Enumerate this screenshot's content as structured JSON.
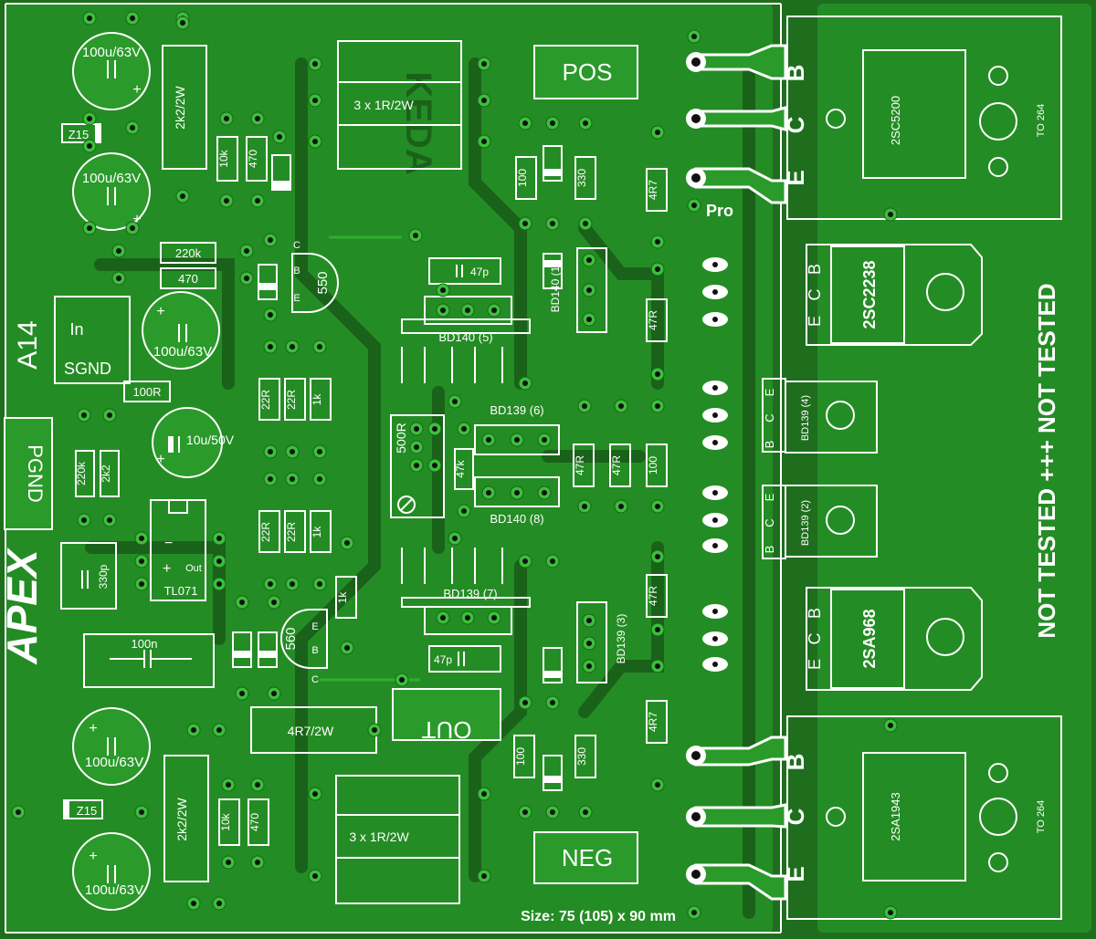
{
  "board": {
    "name": "A14",
    "brand": "APEX",
    "watermark": "KEDA",
    "size_note": "Size: 75 (105) x 90 mm",
    "test_note": "NOT TESTED +++ NOT TESTED",
    "pro_label": "Pro",
    "pos_label": "POS",
    "neg_label": "NEG",
    "out_label": "OUT",
    "pgnd_label": "PGND",
    "in_label": "In",
    "sgnd_label": "SGND"
  },
  "components": {
    "cap_100u_63v": "100u/63V",
    "zener": "Z15",
    "r_2k2_2w": "2k2/2W",
    "r_10k": "10k",
    "r_470": "470",
    "r_3x1r": "3 x 1R/2W",
    "r_220k": "220k",
    "r_100r": "100R",
    "cap_10u_50v": "10u/50V",
    "r_2k2": "2k2",
    "ic": "TL071",
    "ic_out": "Out",
    "cap_330p": "330p",
    "cap_100n": "100n",
    "r_4r7_2w": "4R7/2W",
    "r_22r": "22R",
    "r_1k": "1k",
    "q550": "550",
    "q560": "560",
    "pot_500r": "500R",
    "r_47k": "47k",
    "r_47r": "47R",
    "r_100": "100",
    "r_330": "330",
    "r_4r7": "4R7",
    "cap_47p": "47p",
    "bd140_5": "BD140 (5)",
    "bd140_1": "BD140 (1)",
    "bd139_6": "BD139 (6)",
    "bd140_8": "BD140 (8)",
    "bd139_7": "BD139 (7)",
    "bd139_3": "BD139 (3)",
    "bd139_4": "BD139 (4)",
    "bd139_2": "BD139 (2)",
    "t_2sc5200": "2SC5200",
    "t_2sa1943": "2SA1943",
    "t_2sc2238": "2SC2238",
    "t_2sa968": "2SA968",
    "pkg_to264": "TO 264",
    "pin_b": "B",
    "pin_c": "C",
    "pin_e": "E"
  },
  "colors": {
    "board_dark": "#1e6e1e",
    "copper": "#2a9a2a",
    "silk": "#ffffff",
    "pad": "#111111"
  }
}
